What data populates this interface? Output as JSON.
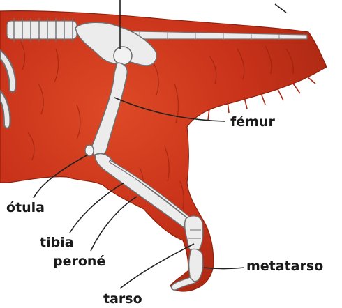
{
  "labels": {
    "femur": "fémur",
    "rotula": "ótula",
    "tibia": "tibia",
    "perone": "peroné",
    "metatarso": "metatarso",
    "tarso": "tarso"
  },
  "colors": {
    "fur_base": "#c8321a",
    "fur_dark": "#9e2410",
    "fur_light": "#e0502e",
    "bone": "#ececec",
    "bone_outline": "#7a7a7a",
    "leader_line": "#222222",
    "background": "#ffffff"
  }
}
